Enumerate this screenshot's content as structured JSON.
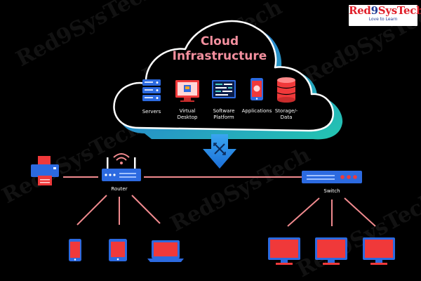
{
  "brand": {
    "name_part1": "Red",
    "name_nine": "9",
    "name_part2": "SysTech",
    "tagline": "Love to Learn",
    "watermark": "Red9SysTech"
  },
  "cloud": {
    "title_line1": "Cloud",
    "title_line2": "Infrastructure",
    "services": [
      {
        "label_line1": "Servers",
        "label_line2": "",
        "icon": "server-stack-icon"
      },
      {
        "label_line1": "Virtual",
        "label_line2": "Desktop",
        "icon": "virtual-desktop-icon"
      },
      {
        "label_line1": "Software",
        "label_line2": "Platform",
        "icon": "software-platform-icon"
      },
      {
        "label_line1": "Applications",
        "label_line2": "",
        "icon": "mobile-app-icon"
      },
      {
        "label_line1": "Storage/-",
        "label_line2": "Data",
        "icon": "database-icon"
      }
    ]
  },
  "network": {
    "router_label": "Router",
    "switch_label": "Switch",
    "router_devices": [
      "smartphone-icon",
      "tablet-icon",
      "laptop-icon"
    ],
    "switch_devices": [
      "monitor-icon",
      "monitor-icon",
      "monitor-icon"
    ],
    "peripheral": "printer-icon"
  },
  "colors": {
    "background": "#000000",
    "cloud_fill": "#000000",
    "cloud_stroke": "#ffffff",
    "cloud_shadow_teal": "#23c6b0",
    "cloud_shadow_blue": "#2b5ee0",
    "title_pink": "#f28f9e",
    "connector_pink": "#f08a8e",
    "device_red": "#f0393a",
    "device_blue": "#2c6ae0",
    "arrow_blue": "#1f8fe8"
  }
}
